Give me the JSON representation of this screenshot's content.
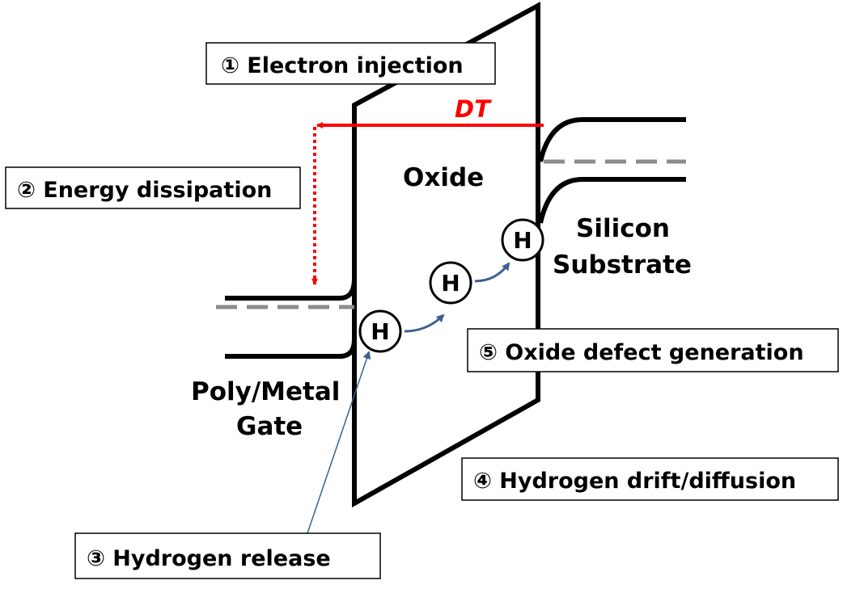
{
  "colors": {
    "dt_red": "#ff0000",
    "hop_blue": "#3a6190",
    "fermi_gray": "#8c8c8c",
    "band_black": "#000000"
  },
  "labels": {
    "dt": "DT",
    "oxide": "Oxide",
    "silicon_line1": "Silicon",
    "silicon_line2": "Substrate",
    "gate_line1": "Poly/Metal",
    "gate_line2": "Gate",
    "hydrogen": "H"
  },
  "steps": [
    {
      "label": "① Electron injection"
    },
    {
      "label": "② Energy dissipation"
    },
    {
      "label": "③ Hydrogen release"
    },
    {
      "label": "④ Hydrogen drift/diffusion"
    },
    {
      "label": "⑤ Oxide defect generation"
    }
  ]
}
